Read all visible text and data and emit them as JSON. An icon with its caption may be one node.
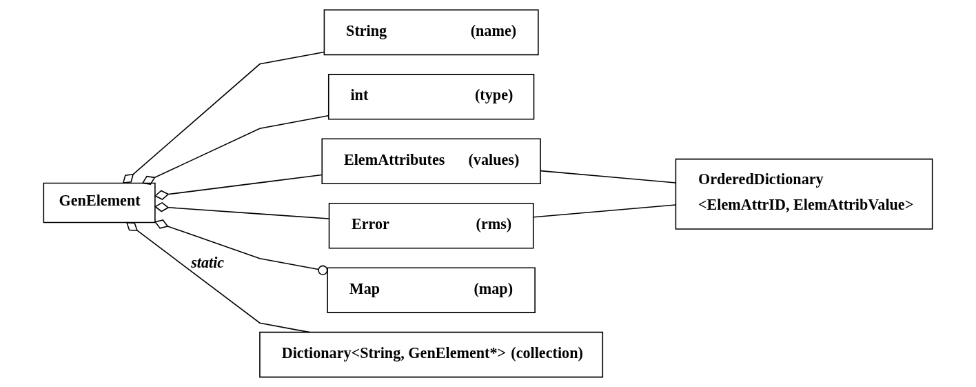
{
  "diagram": {
    "nodes": [
      {
        "text": [
          "GenElement"
        ]
      },
      {
        "text": [
          "String",
          "(name)"
        ]
      },
      {
        "text": [
          "int",
          "(type)"
        ]
      },
      {
        "text": [
          "ElemAttributes",
          "(values)"
        ]
      },
      {
        "text": [
          "Error",
          "(rms)"
        ]
      },
      {
        "text": [
          "Map",
          "(map)"
        ]
      },
      {
        "text": [
          "OrderedDictionary",
          "<ElemAttrID, ElemAttribValue>"
        ]
      },
      {
        "text": [
          "Dictionary<String, GenElement*>",
          "(collection)"
        ]
      }
    ],
    "edges": [
      {
        "from": 0,
        "to": 1,
        "arrow": "other"
      },
      {
        "from": 0,
        "to": 2,
        "arrow": "other"
      },
      {
        "from": 0,
        "to": 3,
        "arrow": "other"
      },
      {
        "from": 0,
        "to": 4,
        "arrow": "other"
      },
      {
        "from": 0,
        "to": 5,
        "arrow": "other"
      },
      {
        "from": 0,
        "to": 7,
        "arrow": "other",
        "label": "static"
      },
      {
        "from": 3,
        "to": 6,
        "arrow": "none"
      },
      {
        "from": 4,
        "to": 6,
        "arrow": "none"
      }
    ]
  }
}
